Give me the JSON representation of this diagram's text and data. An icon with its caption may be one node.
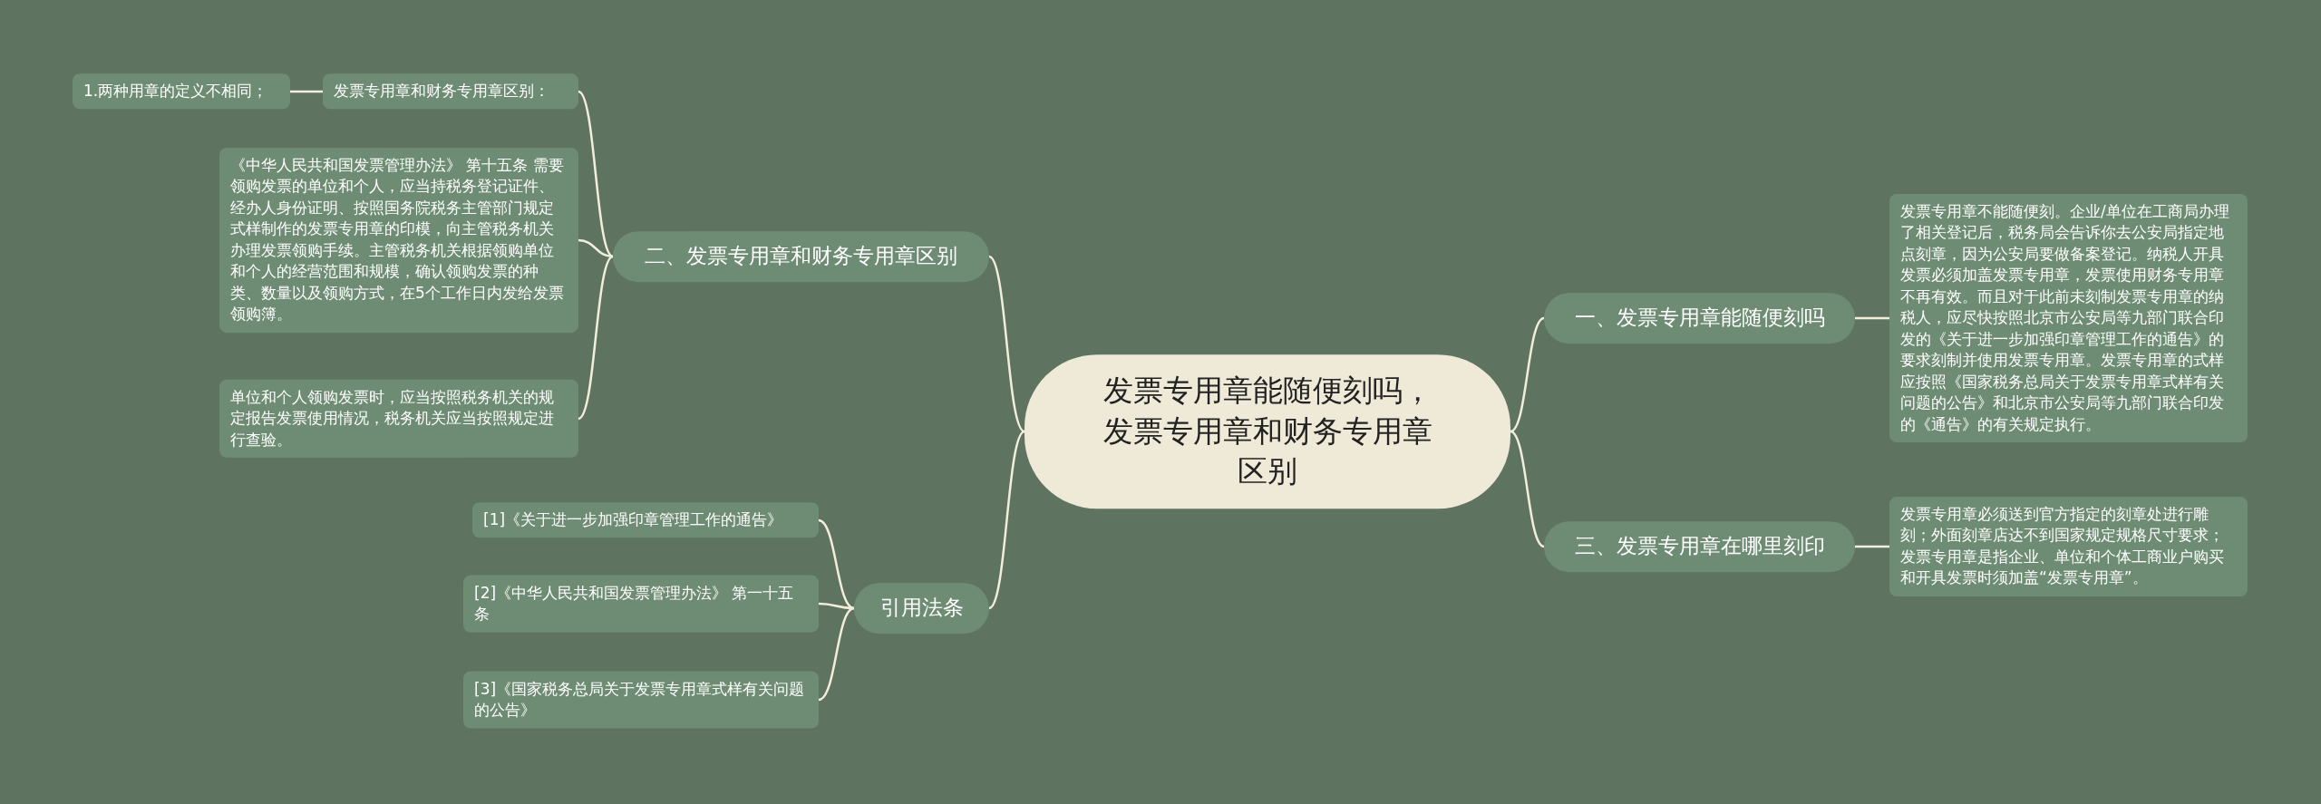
{
  "diagram": {
    "nodes": [
      {
        "text": [
          "发票专用章能随便刻吗，发票专用章和财务专用章区别"
        ]
      },
      {
        "text": [
          "二、发票专用章和财务专用章区别"
        ]
      },
      {
        "text": [
          "发票专用章和财务专用章区别："
        ]
      },
      {
        "text": [
          "1.两种用章的定义不相同；"
        ]
      },
      {
        "text": [
          "《中华人民共和国发票管理办法》 第十五条 需要领购发票的单位和个人，应当持税务登记证件、经办人身份证明、按照国务院税务主管部门规定式样制作的发票专用章的印模，向主管税务机关办理发票领购手续。主管税务机关根据领购单位和个人的经营范围和规模，确认领购发票的种类、数量以及领购方式，在5个工作日内发给发票领购簿。"
        ]
      },
      {
        "text": [
          "单位和个人领购发票时，应当按照税务机关的规定报告发票使用情况，税务机关应当按照规定进行查验。"
        ]
      },
      {
        "text": [
          "一、发票专用章能随便刻吗"
        ]
      },
      {
        "text": [
          "发票专用章不能随便刻。企业/单位在工商局办理了相关登记后，税务局会告诉你去公安局指定地点刻章，因为公安局要做备案登记。纳税人开具发票必须加盖发票专用章，发票使用财务专用章不再有效。而且对于此前未刻制发票专用章的纳税人，应尽快按照北京市公安局等九部门联合印发的《关于进一步加强印章管理工作的通告》的要求刻制并使用发票专用章。发票专用章的式样应按照《国家税务总局关于发票专用章式样有关问题的公告》和北京市公安局等九部门联合印发的《通告》的有关规定执行。"
        ]
      },
      {
        "text": [
          "三、发票专用章在哪里刻印"
        ]
      },
      {
        "text": [
          "发票专用章必须送到官方指定的刻章处进行雕刻；外面刻章店达不到国家规定规格尺寸要求；发票专用章是指企业、单位和个体工商业户购买和开具发票时须加盖“发票专用章”。"
        ]
      },
      {
        "text": [
          "引用法条"
        ]
      },
      {
        "text": [
          "[1]《关于进一步加强印章管理工作的通告》"
        ]
      },
      {
        "text": [
          "[2]《中华人民共和国发票管理办法》 第一十五条"
        ]
      },
      {
        "text": [
          "[3]《国家税务总局关于发票专用章式样有关问题的公告》"
        ]
      }
    ],
    "edges": [
      {
        "from": 0,
        "to": 1,
        "arrow": "none"
      },
      {
        "from": 1,
        "to": 2,
        "arrow": "none"
      },
      {
        "from": 2,
        "to": 3,
        "arrow": "none"
      },
      {
        "from": 1,
        "to": 4,
        "arrow": "none"
      },
      {
        "from": 1,
        "to": 5,
        "arrow": "none"
      },
      {
        "from": 0,
        "to": 6,
        "arrow": "none"
      },
      {
        "from": 6,
        "to": 7,
        "arrow": "none"
      },
      {
        "from": 0,
        "to": 8,
        "arrow": "none"
      },
      {
        "from": 8,
        "to": 9,
        "arrow": "none"
      },
      {
        "from": 0,
        "to": 10,
        "arrow": "none"
      },
      {
        "from": 10,
        "to": 11,
        "arrow": "none"
      },
      {
        "from": 10,
        "to": 12,
        "arrow": "none"
      },
      {
        "from": 10,
        "to": 13,
        "arrow": "none"
      }
    ]
  }
}
